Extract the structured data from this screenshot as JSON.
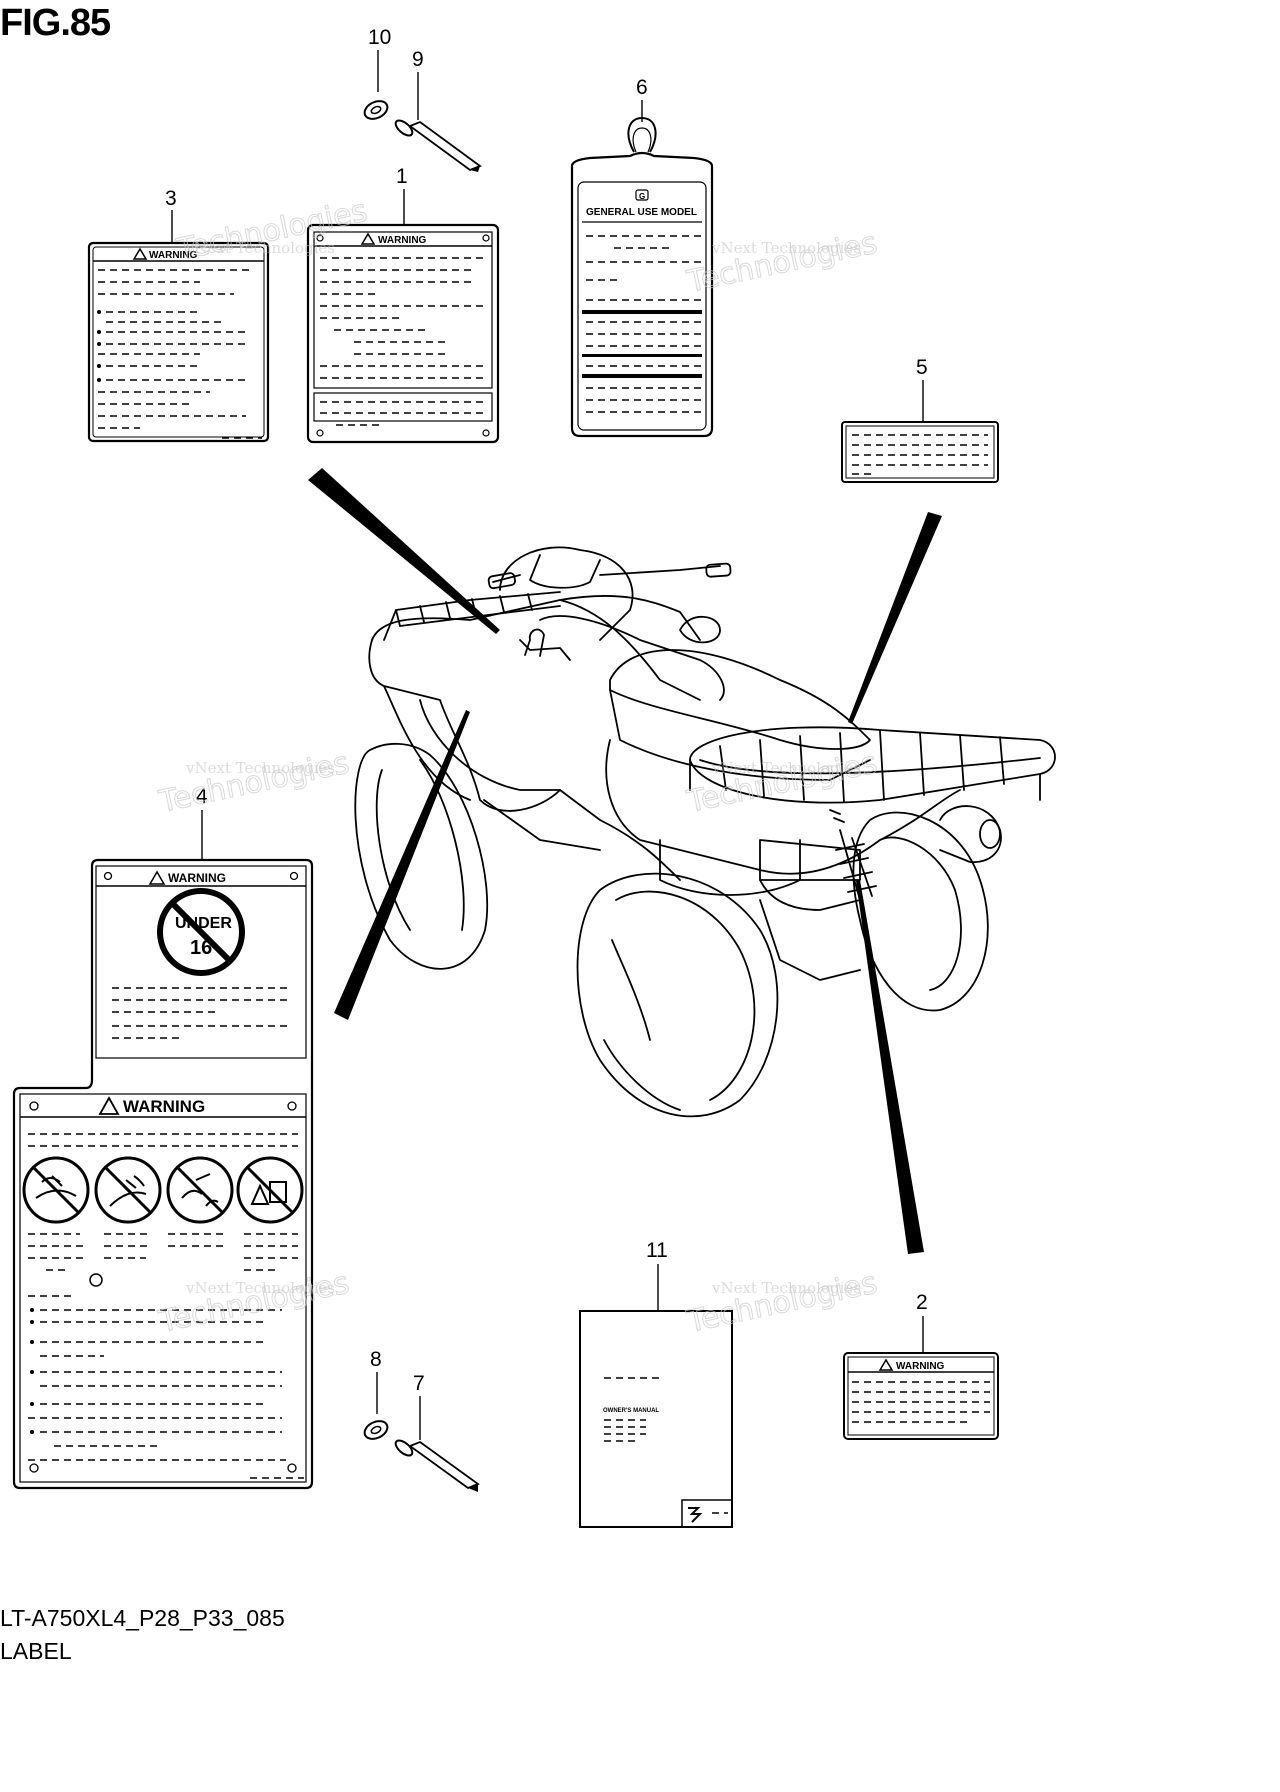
{
  "figure": {
    "title": "FIG.85",
    "model_code": "LT-A750XL4_P28_P33_085",
    "section": "LABEL"
  },
  "callouts": [
    "1",
    "2",
    "3",
    "4",
    "5",
    "6",
    "7",
    "8",
    "9",
    "10",
    "11"
  ],
  "labels": {
    "warning": "WARNING",
    "general_use_model": "GENERAL USE MODEL",
    "owners_manual": "OWNER'S MANUAL",
    "under": "UNDER",
    "age": "16",
    "tag_letter": "G"
  },
  "watermark": {
    "line1": "vNext Technologies",
    "line2": "vNext",
    "line3": "Technologies"
  }
}
